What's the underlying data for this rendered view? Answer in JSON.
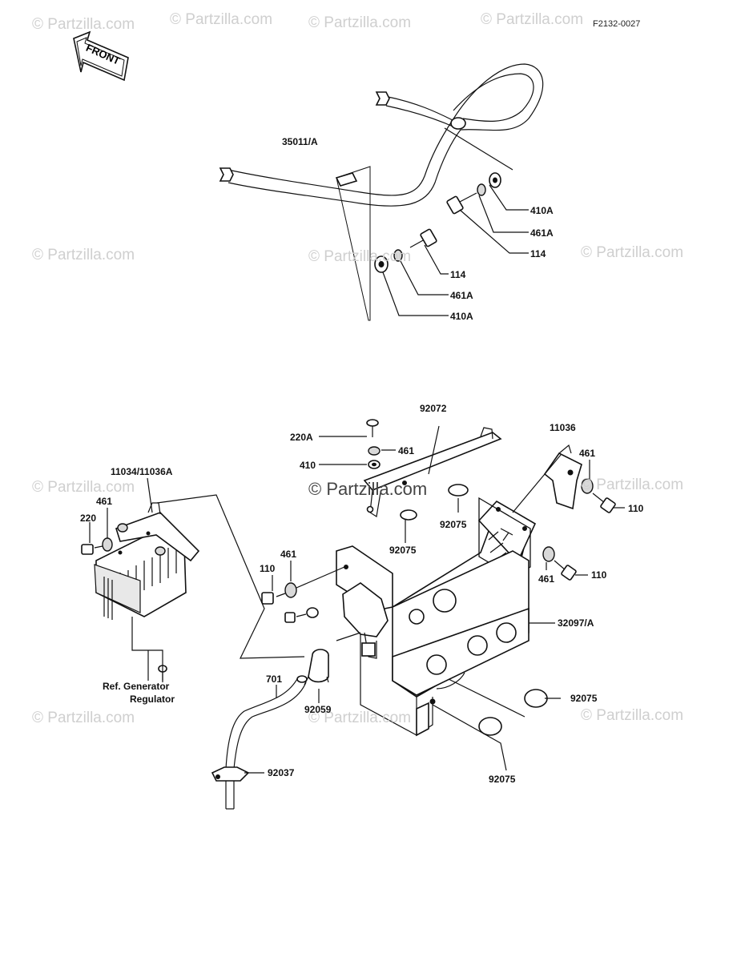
{
  "drawing_code": "F2132-0027",
  "front_arrow": {
    "text": "FRONT"
  },
  "watermarks": [
    "© Partzilla.com",
    "© Partzilla.com",
    "© Partzilla.com",
    "© Partzilla.com",
    "© Partzilla.com",
    "© Partzilla.com",
    "© Partzilla.com",
    "© Partzilla.com",
    "© Partzilla.com",
    "© Partzilla.com",
    "© Partzilla.com",
    "© Partzilla.com",
    "© Partzilla.com"
  ],
  "labels": {
    "p35011": "35011/A",
    "p410A_a": "410A",
    "p461A_a": "461A",
    "p114_a": "114",
    "p114_b": "114",
    "p461A_b": "461A",
    "p410A_b": "410A",
    "p92072": "92072",
    "p220A": "220A",
    "p461_top": "461",
    "p410": "410",
    "p11036": "11036",
    "p461_r": "461",
    "p110_r1": "110",
    "p11034": "11034/11036A",
    "p461_l": "461",
    "p220": "220",
    "p92075_c": "92075",
    "p92075_l": "92075",
    "p461_m": "461",
    "p110_m": "110",
    "p461_r2": "461",
    "p110_r2": "110",
    "p32097": "32097/A",
    "p_ref_line1": "Ref. Generator",
    "p_ref_line2": "Regulator",
    "p701": "701",
    "p92059": "92059",
    "p92075_r": "92075",
    "p92037": "92037",
    "p92075_b": "92075"
  }
}
